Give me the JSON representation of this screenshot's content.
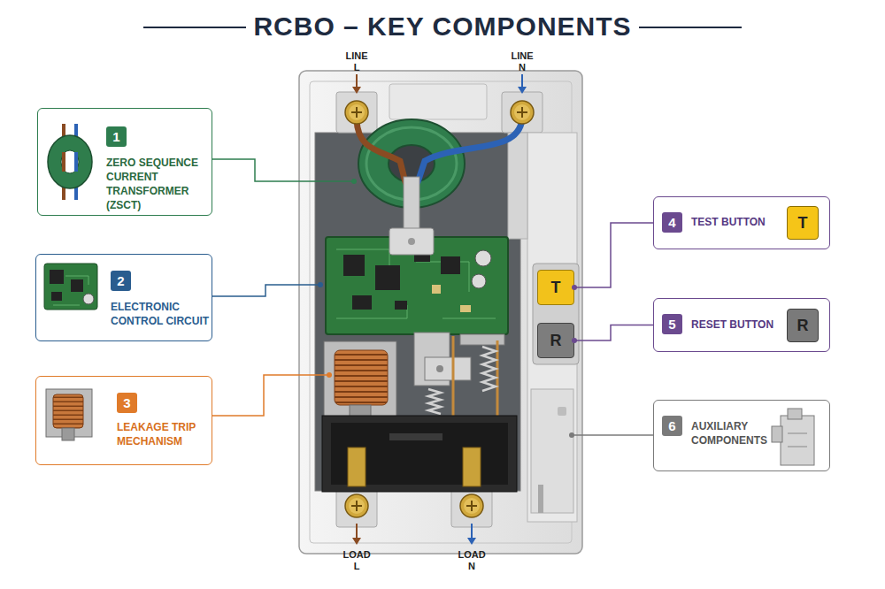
{
  "diagram": {
    "title": "RCBO – KEY COMPONENTS",
    "nodes": [
      {
        "text": [
          "1",
          "ZERO SEQUENCE CURRENT TRANSFORMER (ZSCT)"
        ]
      },
      {
        "text": [
          "4",
          "TEST BUTTON"
        ]
      },
      {
        "text": [
          "T"
        ],
        "in": 1
      },
      {
        "text": [
          "T"
        ]
      },
      {
        "text": [
          "2",
          "ELECTRONIC CONTROL CIRCUIT"
        ]
      },
      {
        "text": [
          "5",
          "RESET BUTTON"
        ]
      },
      {
        "text": [
          "R"
        ],
        "in": 5
      },
      {
        "text": [
          "R"
        ]
      },
      {
        "text": [
          "3",
          "LEAKAGE TRIP MECHANISM"
        ]
      },
      {
        "text": [
          "6",
          "AUXILIARY COMPONENTS"
        ]
      }
    ],
    "edges": [
      {
        "from": 1,
        "to": 3,
        "arrow": "none"
      },
      {
        "from": 5,
        "to": 7,
        "arrow": "none"
      }
    ],
    "labels": [
      "LINE L",
      "LINE N",
      "LOAD L",
      "LOAD N"
    ]
  }
}
